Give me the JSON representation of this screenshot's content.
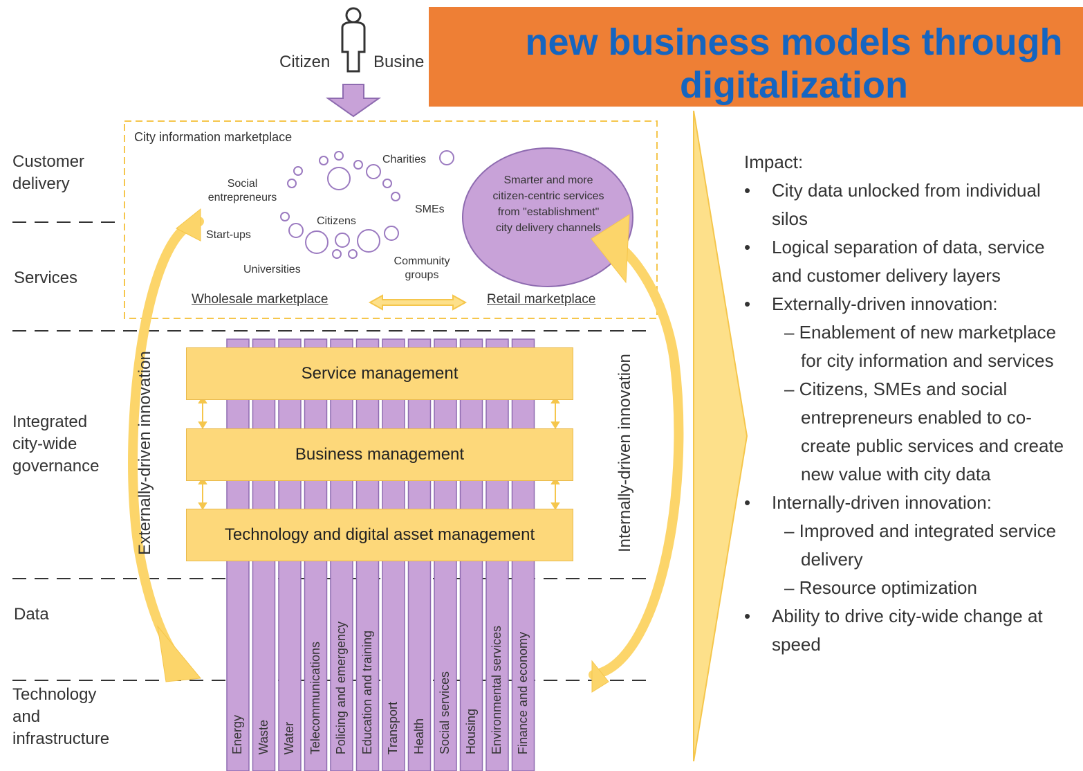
{
  "header": {
    "title": "new business models through digitalization",
    "actors": [
      "Citizen",
      "Busine"
    ]
  },
  "layers": {
    "customer_delivery": "Customer delivery",
    "services": "Services",
    "governance": "Integrated city-wide governance",
    "data": "Data",
    "technology": "Technology and infrastructure"
  },
  "marketplace": {
    "title": "City information marketplace",
    "participants": [
      "Social entrepreneurs",
      "Start-ups",
      "Universities",
      "Citizens",
      "Charities",
      "SMEs",
      "Community groups"
    ],
    "retail_bubble": "Smarter and more citizen-centric services from \"establishment\" city delivery channels",
    "wholesale": "Wholesale marketplace",
    "retail": "Retail marketplace"
  },
  "innovation": {
    "external": "Externally-driven innovation",
    "internal": "Internally-driven innovation"
  },
  "management": [
    "Service management",
    "Business management",
    "Technology and digital asset management"
  ],
  "pillars": [
    "Energy",
    "Waste",
    "Water",
    "Telecommunications",
    "Policing and emergency",
    "Education and training",
    "Transport",
    "Health",
    "Social services",
    "Housing",
    "Environmental services",
    "Finance and economy"
  ],
  "impact": {
    "heading": "Impact:",
    "items": [
      {
        "text": "City data unlocked from individual silos",
        "sub": []
      },
      {
        "text": "Logical separation of data, service and customer delivery layers",
        "sub": []
      },
      {
        "text": "Externally-driven innovation:",
        "sub": [
          "– Enablement of new marketplace for city information and services",
          "– Citizens, SMEs and social entrepreneurs enabled to co-create public services and create new value with city data"
        ]
      },
      {
        "text": "Internally-driven innovation:",
        "sub": [
          "– Improved and integrated service delivery",
          "– Resource optimization"
        ]
      },
      {
        "text": "Ability to drive city-wide change at speed",
        "sub": []
      }
    ]
  },
  "colors": {
    "banner": "#ee7f35",
    "title": "#1565c0",
    "pillar": "#c8a2d8",
    "management": "#fdd87a",
    "arrow": "#fcd56a"
  }
}
